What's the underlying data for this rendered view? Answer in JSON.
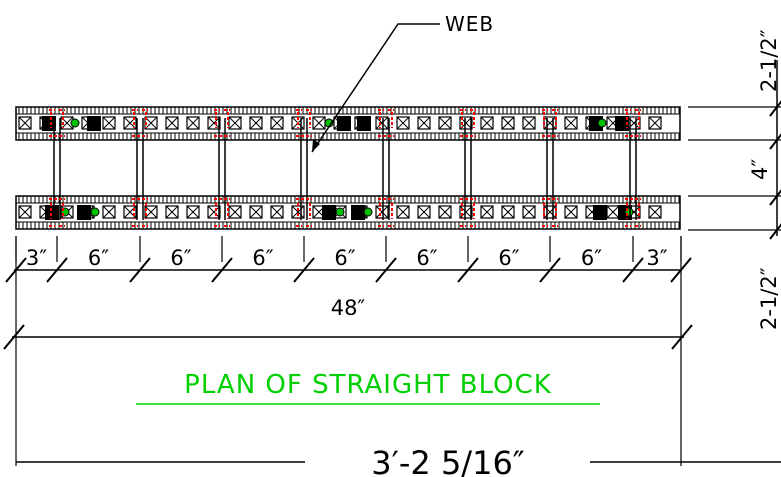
{
  "callout": {
    "label": "WEB"
  },
  "dimensions": {
    "bottom_segments": [
      "3″",
      "6″",
      "6″",
      "6″",
      "6″",
      "6″",
      "6″",
      "6″",
      "3″"
    ],
    "overall": "48″",
    "overall_with_offset": "3′-2 5/16″",
    "right_top": "2-1/2″",
    "right_middle": "4″",
    "right_bottom": "2-1/2″"
  },
  "title": "PLAN OF STRAIGHT BLOCK",
  "colors": {
    "line": "#000000",
    "title": "#00d000",
    "clip": "#ff0000",
    "connector": "#00c000"
  }
}
